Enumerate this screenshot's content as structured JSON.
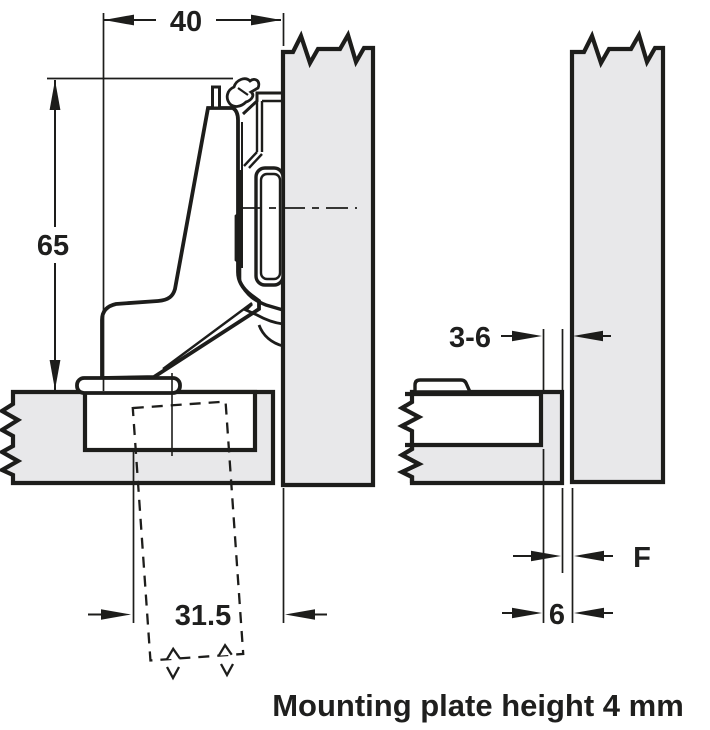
{
  "drawing": {
    "type": "technical-hinge-mounting-diagram",
    "caption": "Mounting plate height 4 mm",
    "colors": {
      "line": "#1d1d1b",
      "wood_fill": "#e8e8ea",
      "background": "#ffffff",
      "text": "#1f1f1e"
    },
    "left_view": {
      "description": "hinge shown open 90 degrees on cabinet side panel with door below",
      "dims": {
        "top_width": "40",
        "height": "65",
        "cup_distance": "31.5"
      }
    },
    "right_view": {
      "description": "door closed position showing gap to side panel",
      "dims": {
        "drilling_distance": "3-6",
        "gap": "F",
        "reveal": "6"
      }
    }
  }
}
